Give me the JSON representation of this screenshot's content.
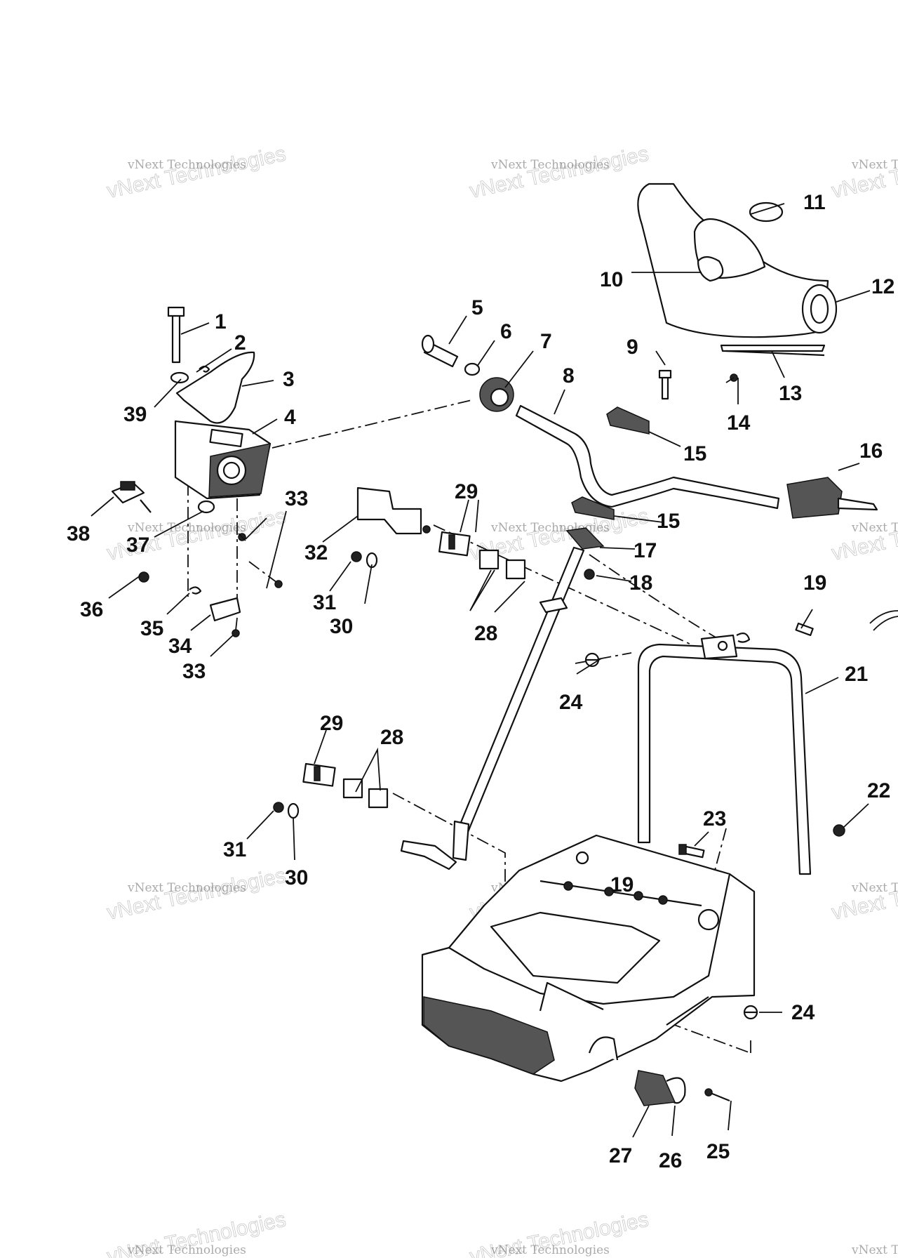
{
  "diagram": {
    "watermark_text": "vNext Technologies",
    "callouts": [
      {
        "id": "1",
        "label": "1"
      },
      {
        "id": "2",
        "label": "2"
      },
      {
        "id": "3",
        "label": "3"
      },
      {
        "id": "4",
        "label": "4"
      },
      {
        "id": "5",
        "label": "5"
      },
      {
        "id": "6",
        "label": "6"
      },
      {
        "id": "7",
        "label": "7"
      },
      {
        "id": "8",
        "label": "8"
      },
      {
        "id": "9",
        "label": "9"
      },
      {
        "id": "10",
        "label": "10"
      },
      {
        "id": "11",
        "label": "11"
      },
      {
        "id": "12",
        "label": "12"
      },
      {
        "id": "13",
        "label": "13"
      },
      {
        "id": "14",
        "label": "14"
      },
      {
        "id": "15a",
        "label": "15"
      },
      {
        "id": "15b",
        "label": "15"
      },
      {
        "id": "16",
        "label": "16"
      },
      {
        "id": "17",
        "label": "17"
      },
      {
        "id": "18",
        "label": "18"
      },
      {
        "id": "19a",
        "label": "19"
      },
      {
        "id": "19b",
        "label": "19"
      },
      {
        "id": "21",
        "label": "21"
      },
      {
        "id": "22",
        "label": "22"
      },
      {
        "id": "23",
        "label": "23"
      },
      {
        "id": "24a",
        "label": "24"
      },
      {
        "id": "24b",
        "label": "24"
      },
      {
        "id": "25",
        "label": "25"
      },
      {
        "id": "26",
        "label": "26"
      },
      {
        "id": "27",
        "label": "27"
      },
      {
        "id": "28a",
        "label": "28"
      },
      {
        "id": "28b",
        "label": "28"
      },
      {
        "id": "29a",
        "label": "29"
      },
      {
        "id": "29b",
        "label": "29"
      },
      {
        "id": "30a",
        "label": "30"
      },
      {
        "id": "30b",
        "label": "30"
      },
      {
        "id": "31a",
        "label": "31"
      },
      {
        "id": "31b",
        "label": "31"
      },
      {
        "id": "32",
        "label": "32"
      },
      {
        "id": "33a",
        "label": "33"
      },
      {
        "id": "33b",
        "label": "33"
      },
      {
        "id": "34",
        "label": "34"
      },
      {
        "id": "35",
        "label": "35"
      },
      {
        "id": "36",
        "label": "36"
      },
      {
        "id": "37",
        "label": "37"
      },
      {
        "id": "38",
        "label": "38"
      },
      {
        "id": "39",
        "label": "39"
      }
    ]
  }
}
